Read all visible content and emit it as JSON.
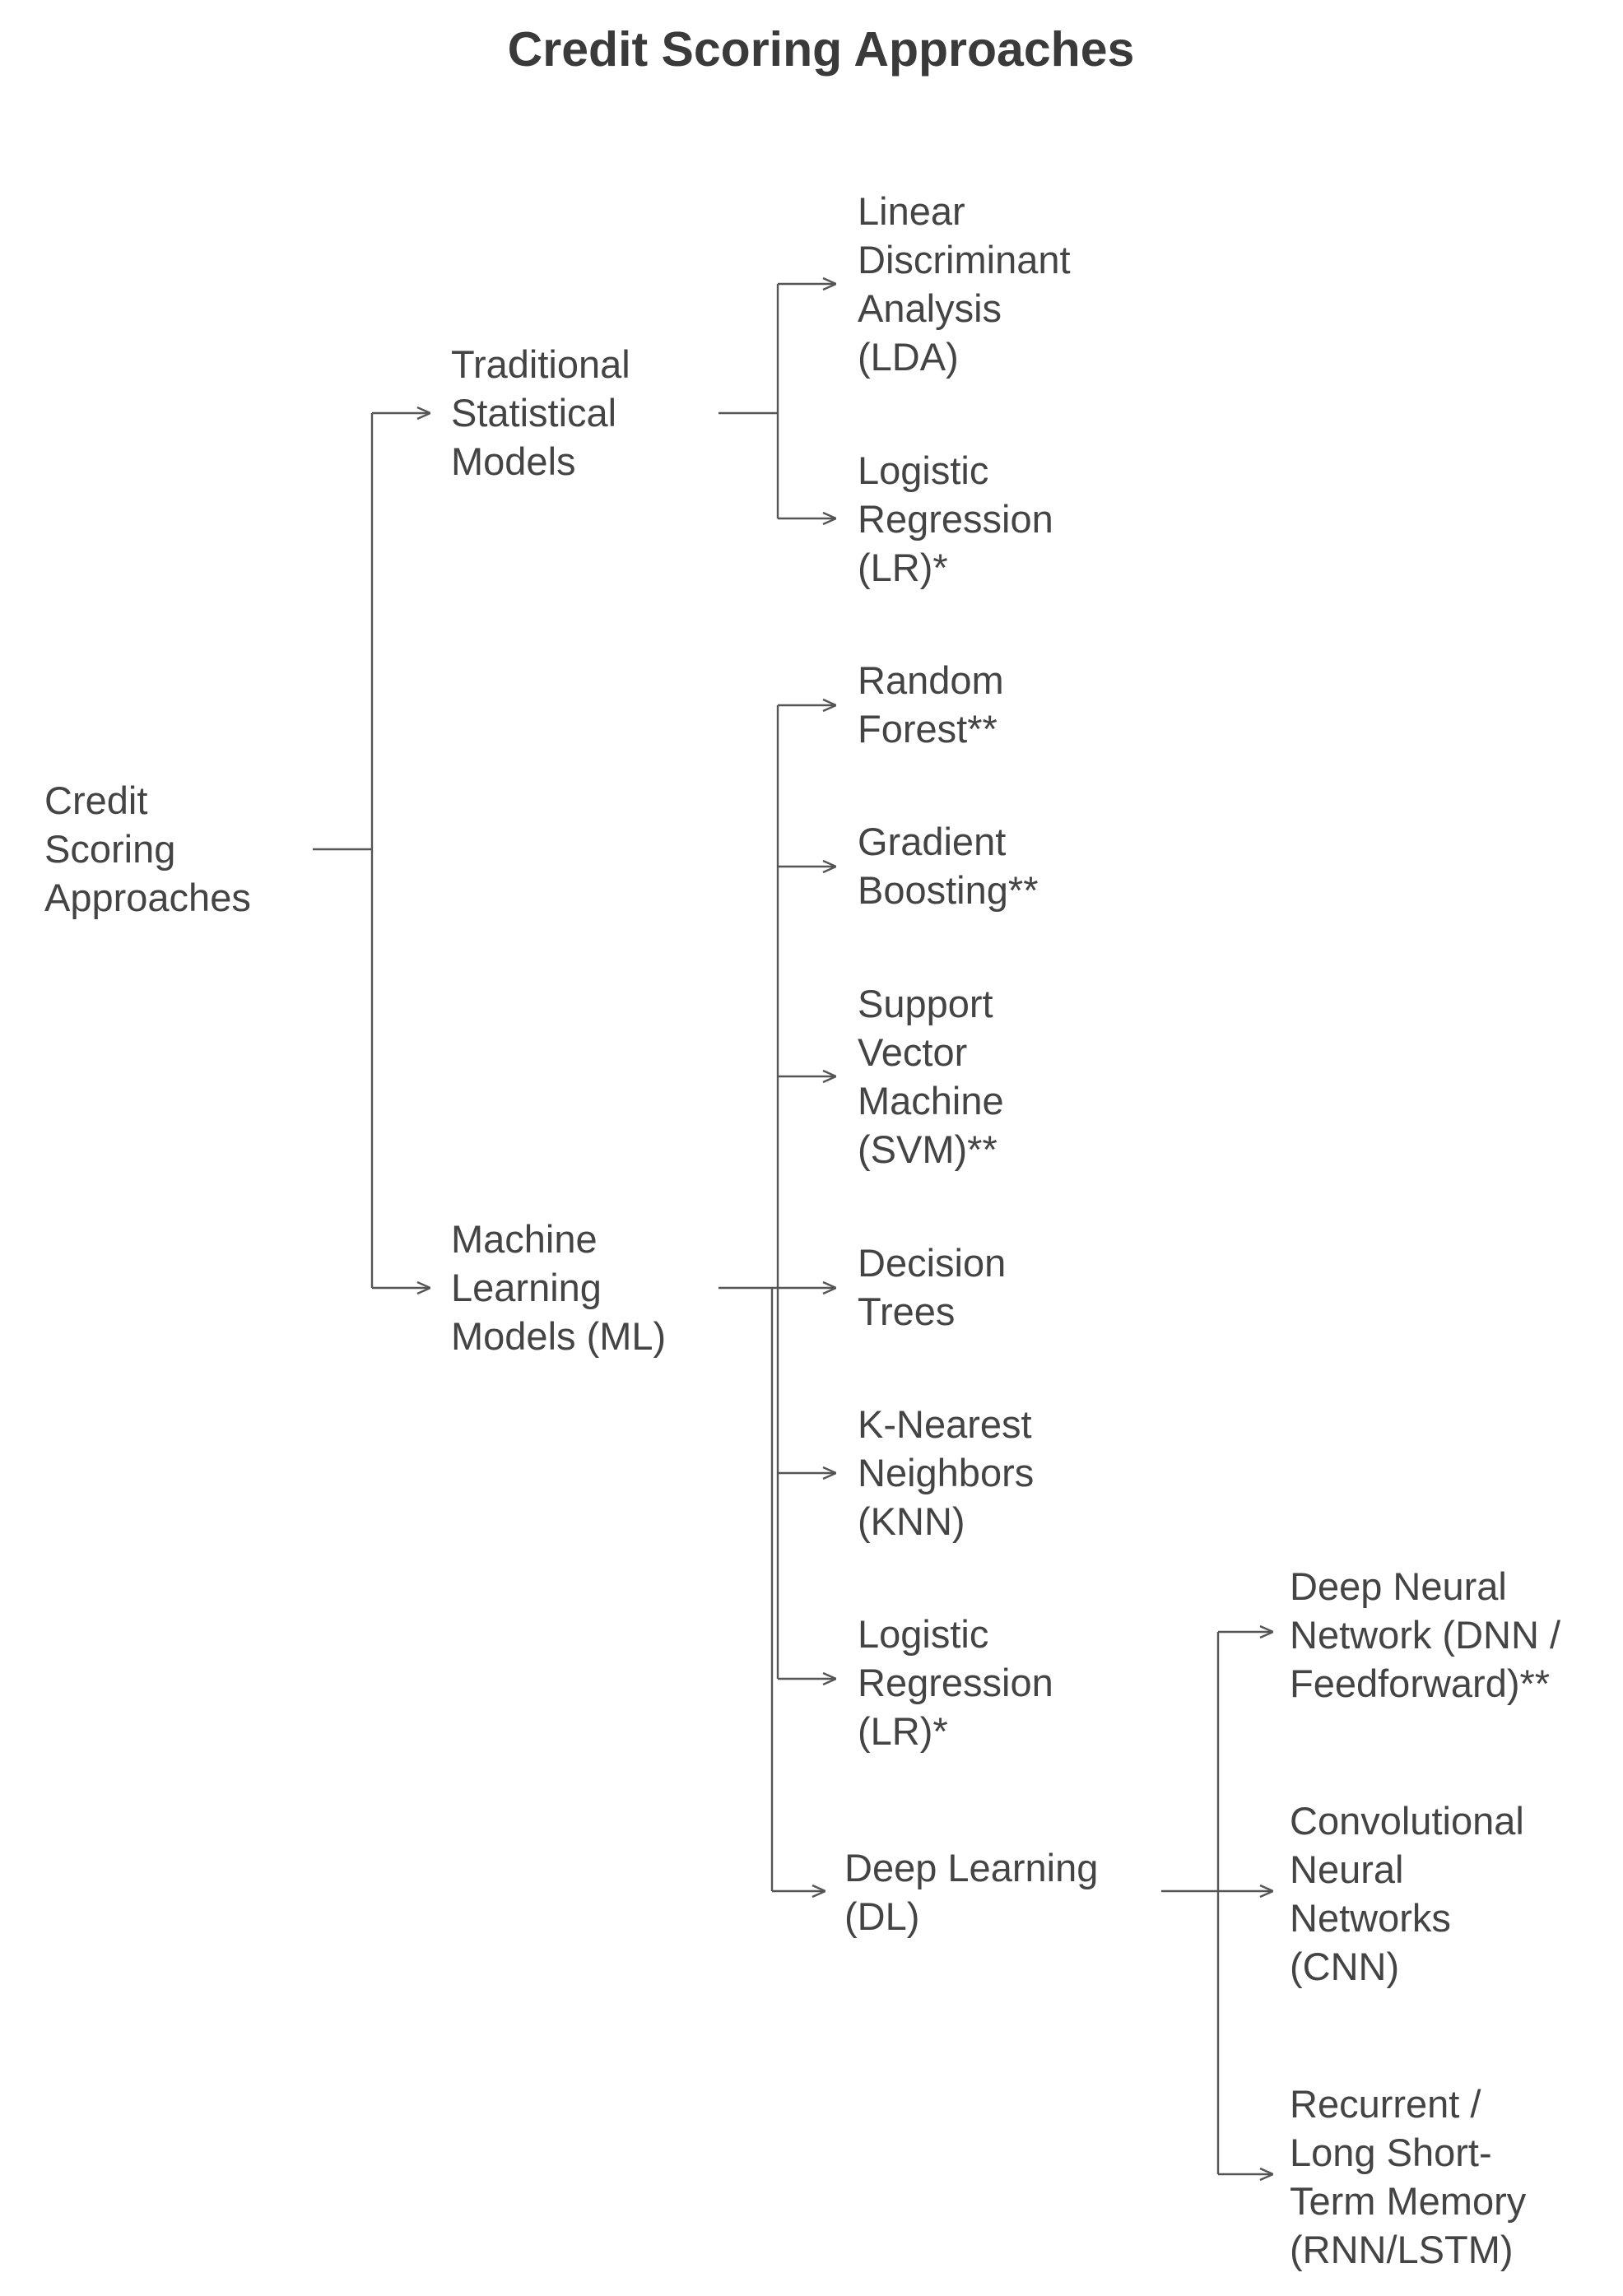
{
  "diagram": {
    "title": "Credit Scoring Approaches",
    "root": {
      "label": "Credit\nScoring\nApproaches",
      "children": [
        {
          "label": "Traditional\nStatistical\nModels",
          "children": [
            {
              "label": "Linear\nDiscriminant\nAnalysis\n(LDA)"
            },
            {
              "label": "Logistic\nRegression\n(LR)*"
            }
          ]
        },
        {
          "label": "Machine\nLearning\nModels (ML)",
          "children": [
            {
              "label": "Random\nForest**"
            },
            {
              "label": "Gradient\nBoosting**"
            },
            {
              "label": "Support\nVector\nMachine\n(SVM)**"
            },
            {
              "label": "Decision\nTrees"
            },
            {
              "label": "K-Nearest\nNeighbors\n(KNN)"
            },
            {
              "label": "Logistic\nRegression\n(LR)*"
            },
            {
              "label": "Deep Learning\n(DL)",
              "children": [
                {
                  "label": "Deep Neural\nNetwork (DNN /\nFeedforward)**"
                },
                {
                  "label": "Convolutional\nNeural\nNetworks\n(CNN)"
                },
                {
                  "label": "Recurrent /\nLong Short-\nTerm Memory\n(RNN/LSTM)"
                }
              ]
            }
          ]
        }
      ]
    }
  }
}
